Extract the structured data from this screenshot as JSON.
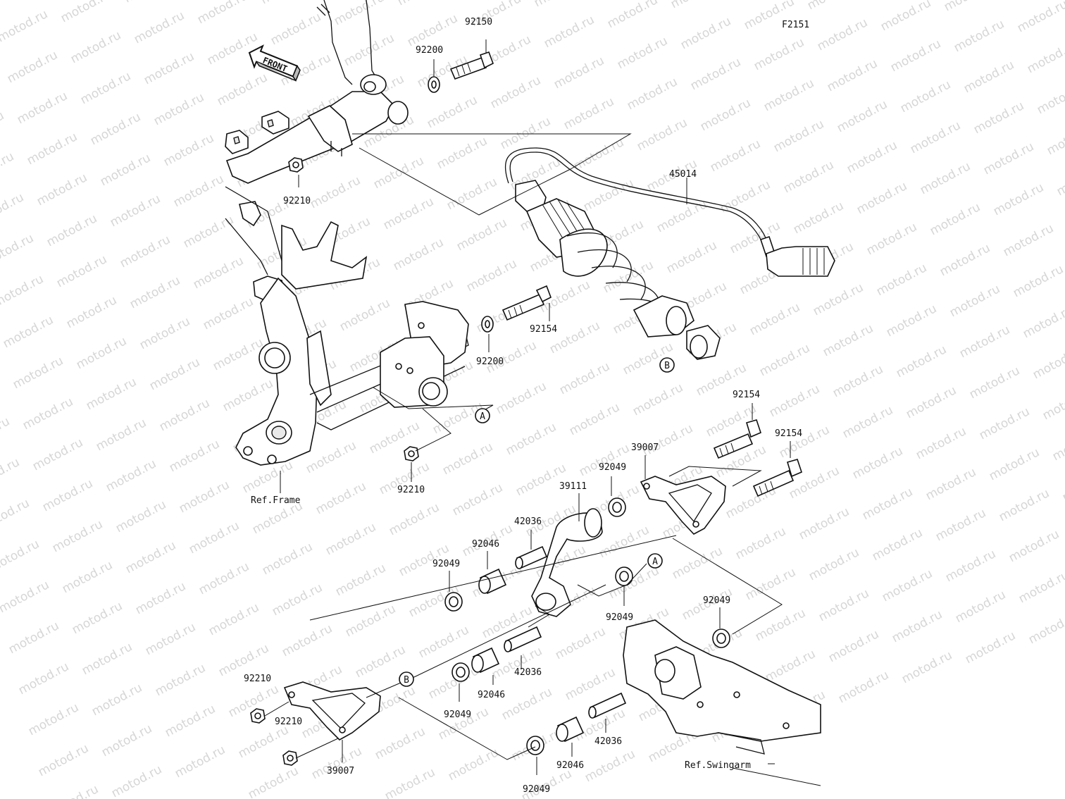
{
  "figure_code": "F2151",
  "front_label": "FRONT",
  "watermark_text": "motod.ru",
  "ref_labels": {
    "frame": "Ref.Frame",
    "swingarm": "Ref.Swingarm"
  },
  "markers": {
    "a": "A",
    "b": "B"
  },
  "parts": {
    "p92150": "92150",
    "p92200_top": "92200",
    "p92210_top": "92210",
    "p45014": "45014",
    "p92154_mid": "92154",
    "p92200_mid": "92200",
    "p92210_mid": "92210",
    "p92154_r1": "92154",
    "p92154_r2": "92154",
    "p39007_top": "39007",
    "p92049_a": "92049",
    "p39111": "39111",
    "p42036_a": "42036",
    "p92046_a": "92046",
    "p92049_b": "92049",
    "p92049_c": "92049",
    "p92049_d": "92049",
    "p92210_l1": "92210",
    "p92210_l2": "92210",
    "p42036_b": "42036",
    "p92046_b": "92046",
    "p92049_e": "92049",
    "p42036_c": "42036",
    "p92046_c": "92046",
    "p92049_f": "92049",
    "p39007_bot": "39007"
  }
}
